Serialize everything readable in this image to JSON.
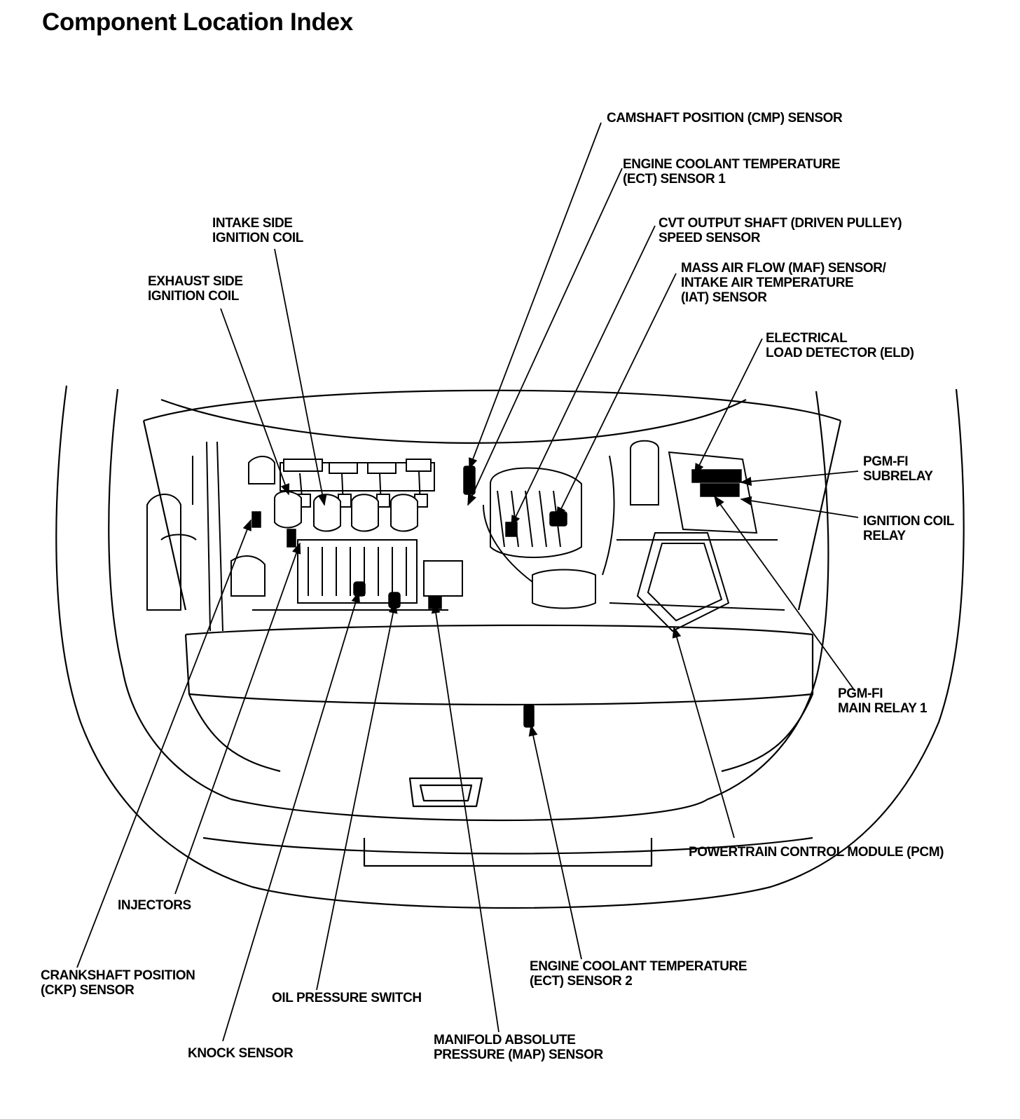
{
  "title": "Component Location Index",
  "labels": {
    "cmp": [
      "CAMSHAFT POSITION (CMP) SENSOR"
    ],
    "ect1": [
      "ENGINE COOLANT TEMPERATURE",
      "(ECT) SENSOR 1"
    ],
    "cvt": [
      "CVT OUTPUT SHAFT (DRIVEN PULLEY)",
      "SPEED SENSOR"
    ],
    "maf": [
      "MASS AIR FLOW (MAF) SENSOR/",
      "INTAKE AIR TEMPERATURE",
      "(IAT) SENSOR"
    ],
    "eld": [
      "ELECTRICAL",
      "LOAD DETECTOR (ELD)"
    ],
    "intake_coil": [
      "INTAKE SIDE",
      "IGNITION COIL"
    ],
    "exhaust_coil": [
      "EXHAUST SIDE",
      "IGNITION COIL"
    ],
    "subrelay": [
      "PGM-FI",
      "SUBRELAY"
    ],
    "coil_relay": [
      "IGNITION COIL",
      "RELAY"
    ],
    "main_relay": [
      "PGM-FI",
      "MAIN RELAY 1"
    ],
    "pcm": [
      "POWERTRAIN CONTROL MODULE (PCM)"
    ],
    "injectors": [
      "INJECTORS"
    ],
    "ckp": [
      "CRANKSHAFT POSITION",
      "(CKP) SENSOR"
    ],
    "oil": [
      "OIL PRESSURE SWITCH"
    ],
    "ect2": [
      "ENGINE COOLANT TEMPERATURE",
      "(ECT) SENSOR 2"
    ],
    "knock": [
      "KNOCK SENSOR"
    ],
    "map": [
      "MANIFOLD ABSOLUTE",
      "PRESSURE (MAP) SENSOR"
    ]
  }
}
